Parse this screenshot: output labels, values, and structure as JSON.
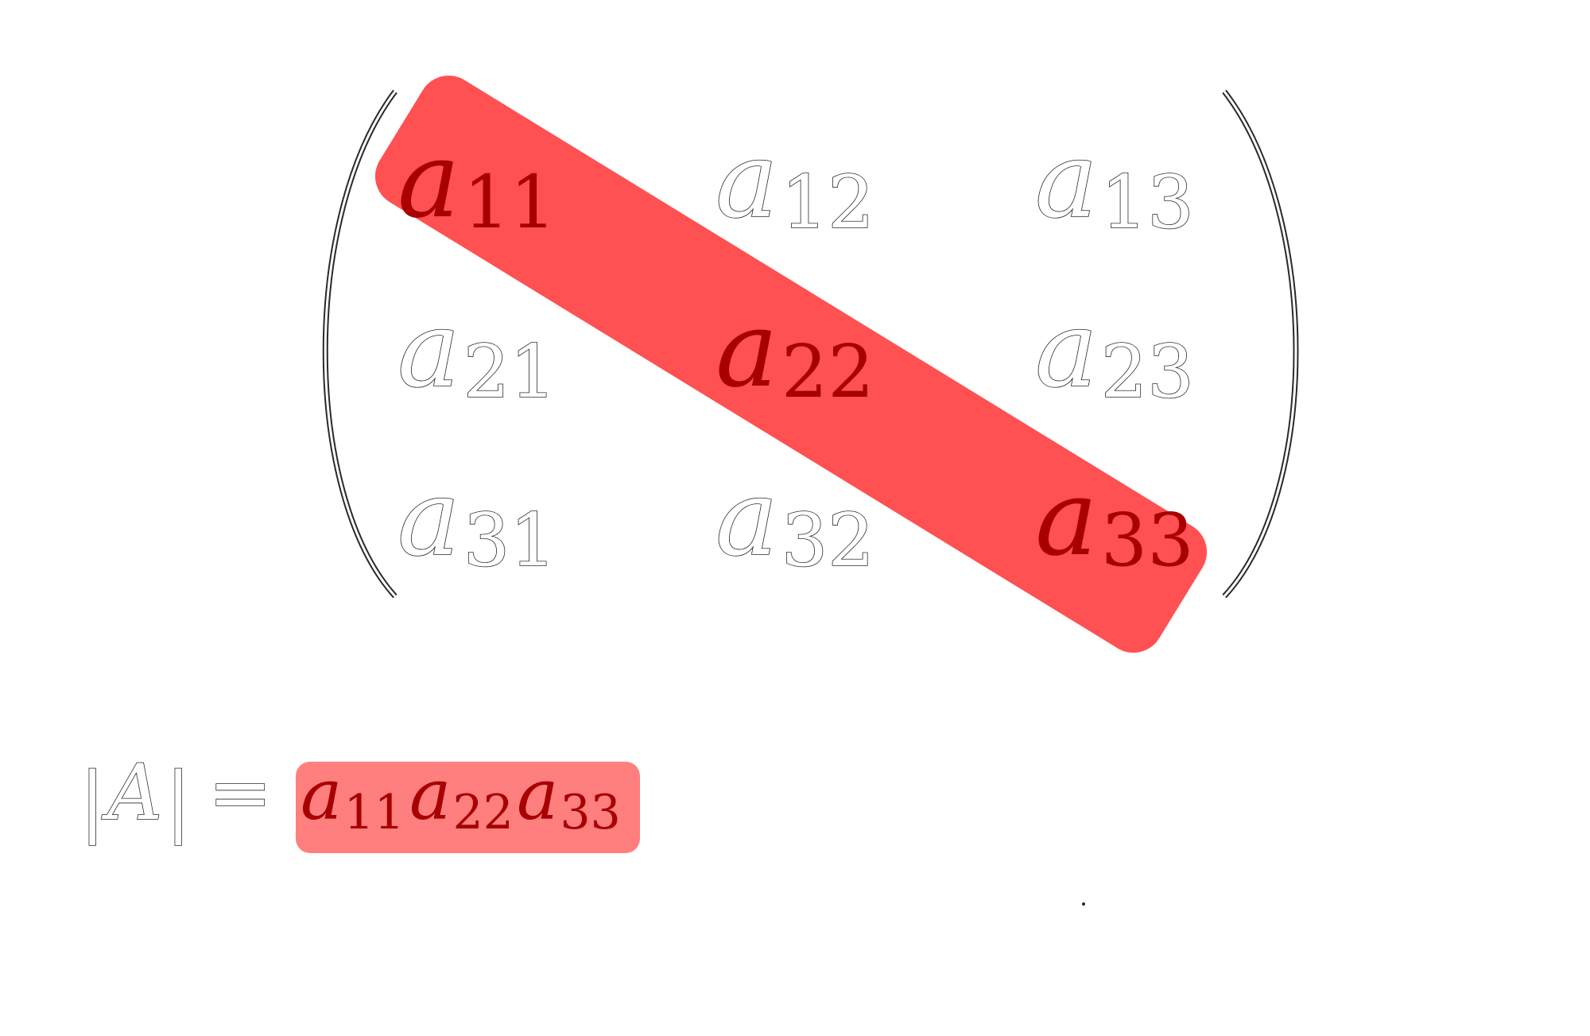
{
  "matrix": {
    "letter": "a",
    "rows": [
      [
        {
          "sub": "11",
          "highlighted": true
        },
        {
          "sub": "12",
          "highlighted": false
        },
        {
          "sub": "13",
          "highlighted": false
        }
      ],
      [
        {
          "sub": "21",
          "highlighted": false
        },
        {
          "sub": "22",
          "highlighted": true
        },
        {
          "sub": "23",
          "highlighted": false
        }
      ],
      [
        {
          "sub": "31",
          "highlighted": false
        },
        {
          "sub": "32",
          "highlighted": false
        },
        {
          "sub": "33",
          "highlighted": true
        }
      ]
    ]
  },
  "determinant": {
    "lhs_bar_left": "|",
    "lhs_symbol": "A",
    "lhs_bar_right": "|",
    "equals": "=",
    "terms": [
      {
        "letter": "a",
        "sub": "11"
      },
      {
        "letter": "a",
        "sub": "22"
      },
      {
        "letter": "a",
        "sub": "33"
      }
    ]
  },
  "colors": {
    "diagonal_highlight": "#ff5052",
    "result_highlight": "#ff7f7f",
    "highlighted_text": "#a80000",
    "outline_stroke": "#2a2a2a"
  }
}
